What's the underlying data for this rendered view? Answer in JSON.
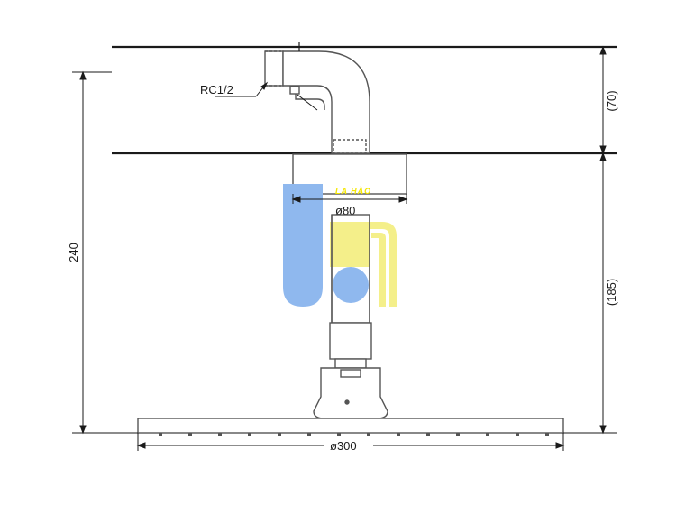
{
  "drawing": {
    "labels": {
      "thread": "RC1/2",
      "overall_height": "240",
      "ceiling_gap": "(70)",
      "arm_drop": "(185)",
      "flange_diameter": "ø80",
      "head_diameter": "ø300"
    },
    "watermark": {
      "text": "LA HÀO",
      "colors": {
        "blue": "#8fb8ee",
        "yellow": "#f4ef8a"
      }
    },
    "colors": {
      "line": "#1a1a1a",
      "part_outline": "#555555",
      "part_fill": "#ffffff"
    }
  }
}
